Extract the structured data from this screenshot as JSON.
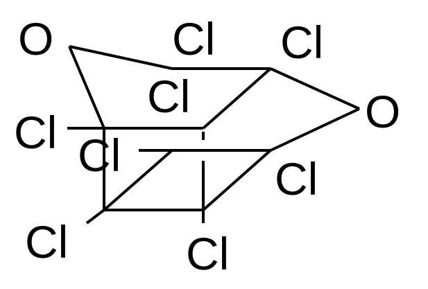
{
  "atoms": {
    "o1": "O",
    "o2": "O",
    "cl1": "Cl",
    "cl2": "Cl",
    "cl3": "Cl",
    "cl4": "Cl",
    "cl5": "Cl",
    "cl6": "Cl",
    "cl7": "Cl",
    "cl8": "Cl"
  },
  "colors": {
    "bond": "#000000",
    "label": "#000000",
    "background": "#ffffff"
  }
}
